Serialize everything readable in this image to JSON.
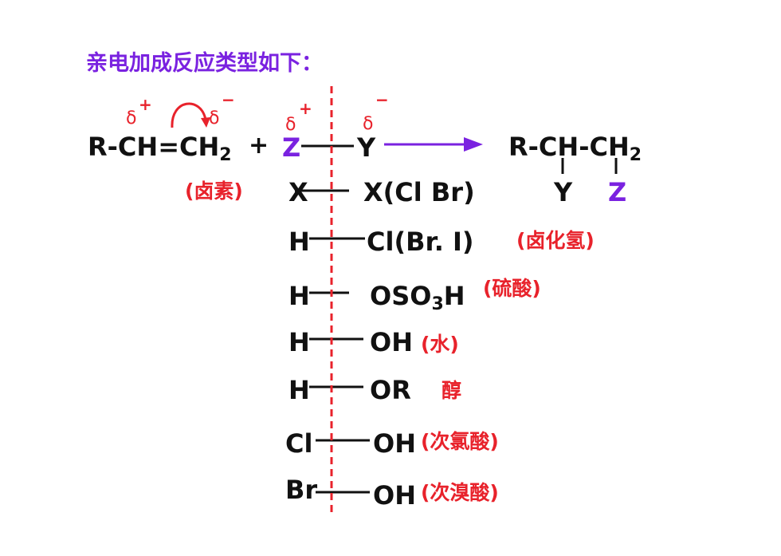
{
  "colors": {
    "text": "#111111",
    "accent_red": "#e8222b",
    "accent_purple": "#7a22e0"
  },
  "title": "亲电加成反应类型如下：",
  "equation": {
    "reactant_left": "R-CH=CH",
    "reactant_sub": "2",
    "plus": "+",
    "z": "Z",
    "y": "Y",
    "product_top": "R-CH-CH",
    "product_sub": "2",
    "product_y": "Y",
    "product_z": "Z",
    "delta": "δ",
    "plus_sign": "+",
    "minus_sign": "−"
  },
  "reagents": [
    {
      "left": "X",
      "right": "X(Cl Br)",
      "label": "(卤素)"
    },
    {
      "left": "H",
      "right": "Cl(Br. I)",
      "label": "(卤化氢)"
    },
    {
      "left": "H",
      "right": "OSO",
      "right_sub": "3",
      "right_tail": "H",
      "label": "(硫酸)"
    },
    {
      "left": "H",
      "right": "OH",
      "label": "(水)"
    },
    {
      "left": "H",
      "right": "OR",
      "label": "醇"
    },
    {
      "left": "Cl",
      "right": "OH",
      "label": "(次氯酸)"
    },
    {
      "left": "Br",
      "right": "OH",
      "label": "(次溴酸)"
    }
  ]
}
